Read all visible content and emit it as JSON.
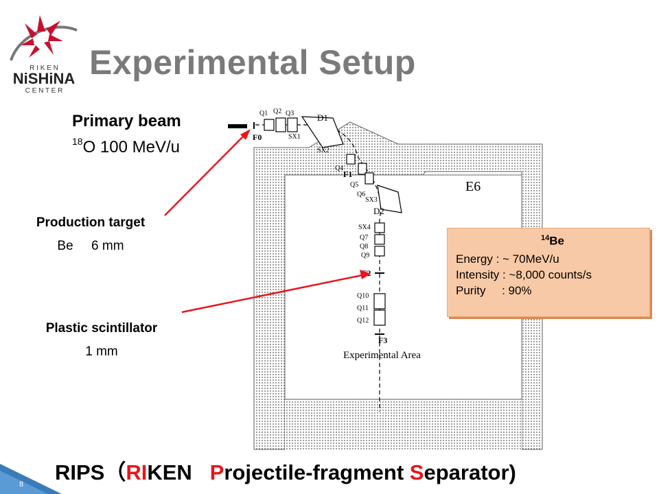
{
  "logo": {
    "line1": "R I K E N",
    "line2": "NiSHiNA",
    "line3": "C E N T E R"
  },
  "slide": {
    "title": "Experimental Setup",
    "page_number": "8"
  },
  "labels": {
    "primary_beam": "Primary beam",
    "primary_beam_mass": "18",
    "primary_beam_value": "O 100 MeV/u",
    "production_target": "Production target",
    "production_target_value": "Be     6 mm",
    "plastic_scintillator": "Plastic scintillator",
    "plastic_scintillator_value": "1 mm"
  },
  "info_box": {
    "mass": "14",
    "isotope": "Be",
    "energy": "Energy : ~ 70MeV/u",
    "intensity": "Intensity : ~8,000 counts/s",
    "purity": "Purity     : 90%"
  },
  "diagram": {
    "room": "E6",
    "area": "Experimental Area",
    "focal_planes": [
      "F0",
      "F1",
      "F2",
      "F3"
    ],
    "dipoles": [
      "D1",
      "D2"
    ],
    "magnets": [
      "Q1",
      "Q2",
      "Q3",
      "SX1",
      "SX2",
      "Q4",
      "Q5",
      "Q6",
      "SX3",
      "SX4",
      "Q7",
      "Q8",
      "Q9",
      "Q10",
      "Q11",
      "Q12"
    ]
  },
  "footer": {
    "part1": "RIPS（",
    "r1": "RI",
    "part2": "KEN   ",
    "r2": "P",
    "part3": "rojectile-fragment ",
    "r3": "S",
    "part4": "eparator)"
  },
  "colors": {
    "accent_red": "#e8151b",
    "title_gray": "#7a7a7a",
    "info_box_bg": "#f8c9a6",
    "logo_red": "#c8102e"
  }
}
